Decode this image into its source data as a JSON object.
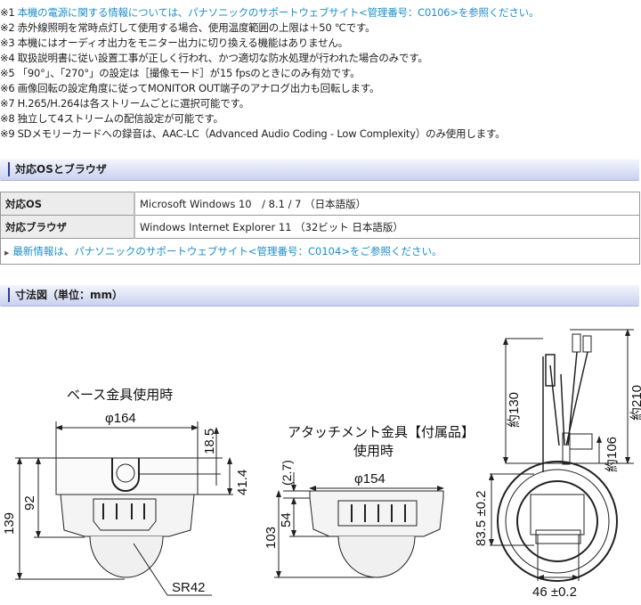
{
  "notes": [
    {
      "mark": "※1",
      "text": "本機の電源に関する情報については、パナソニックのサポートウェブサイト<管理番号：C0106>を参照ください。",
      "link": true
    },
    {
      "mark": "※2",
      "text": "赤外線照明を常時点灯して使用する場合、使用温度範囲の上限は＋50 ℃です。"
    },
    {
      "mark": "※3",
      "text": "本機にはオーディオ出力をモニター出力に切り換える機能はありません。"
    },
    {
      "mark": "※4",
      "text": "取扱説明書に従い設置工事が正しく行われ、かつ適切な防水処理が行われた場合のみです。"
    },
    {
      "mark": "※5",
      "text": "「90°」、「270°」の設定は［撮像モード］が15 fpsのときにのみ有効です。"
    },
    {
      "mark": "※6",
      "text": "画像回転の設定角度に従ってMONITOR OUT端子のアナログ出力も回転します。"
    },
    {
      "mark": "※7",
      "text": "H.265/H.264は各ストリームごとに選択可能です。"
    },
    {
      "mark": "※8",
      "text": "独立して4ストリームの配信設定が可能です。"
    },
    {
      "mark": "※9",
      "text": "SDメモリーカードへの録音は、AAC-LC（Advanced Audio Coding - Low Complexity）のみ使用します。"
    }
  ],
  "section_os": {
    "title": "対応OSとブラウザ",
    "rows": [
      {
        "label": "対応OS",
        "value": "Microsoft Windows 10　/ 8.1 / 7 （日本語版）"
      },
      {
        "label": "対応ブラウザ",
        "value": "Windows Internet Explorer 11 （32ビット 日本語版）"
      }
    ],
    "link": "最新情報は、パナソニックのサポートウェブサイト<管理番号：C0104>をご参照ください。"
  },
  "section_dim": {
    "title": "寸法図（単位：mm）"
  },
  "drawing": {
    "left": {
      "title": "ベース金具使用時",
      "dia": "φ164",
      "h1": "18.5",
      "h2": "41.4",
      "h3": "92",
      "h4": "139",
      "radius": "SR42"
    },
    "mid": {
      "title1": "アタッチメント金具【付属品】",
      "title2": "使用時",
      "dia": "φ154",
      "h1": "(2.7)",
      "h2": "54",
      "h3": "103"
    },
    "right": {
      "l130": "約130",
      "l106": "約106",
      "l210": "約210",
      "l83": "83.5 ±0.2",
      "l46": "46 ±0.2"
    }
  },
  "colors": {
    "link": "#1e8ec8",
    "header_accent": "#2a3f9a"
  }
}
